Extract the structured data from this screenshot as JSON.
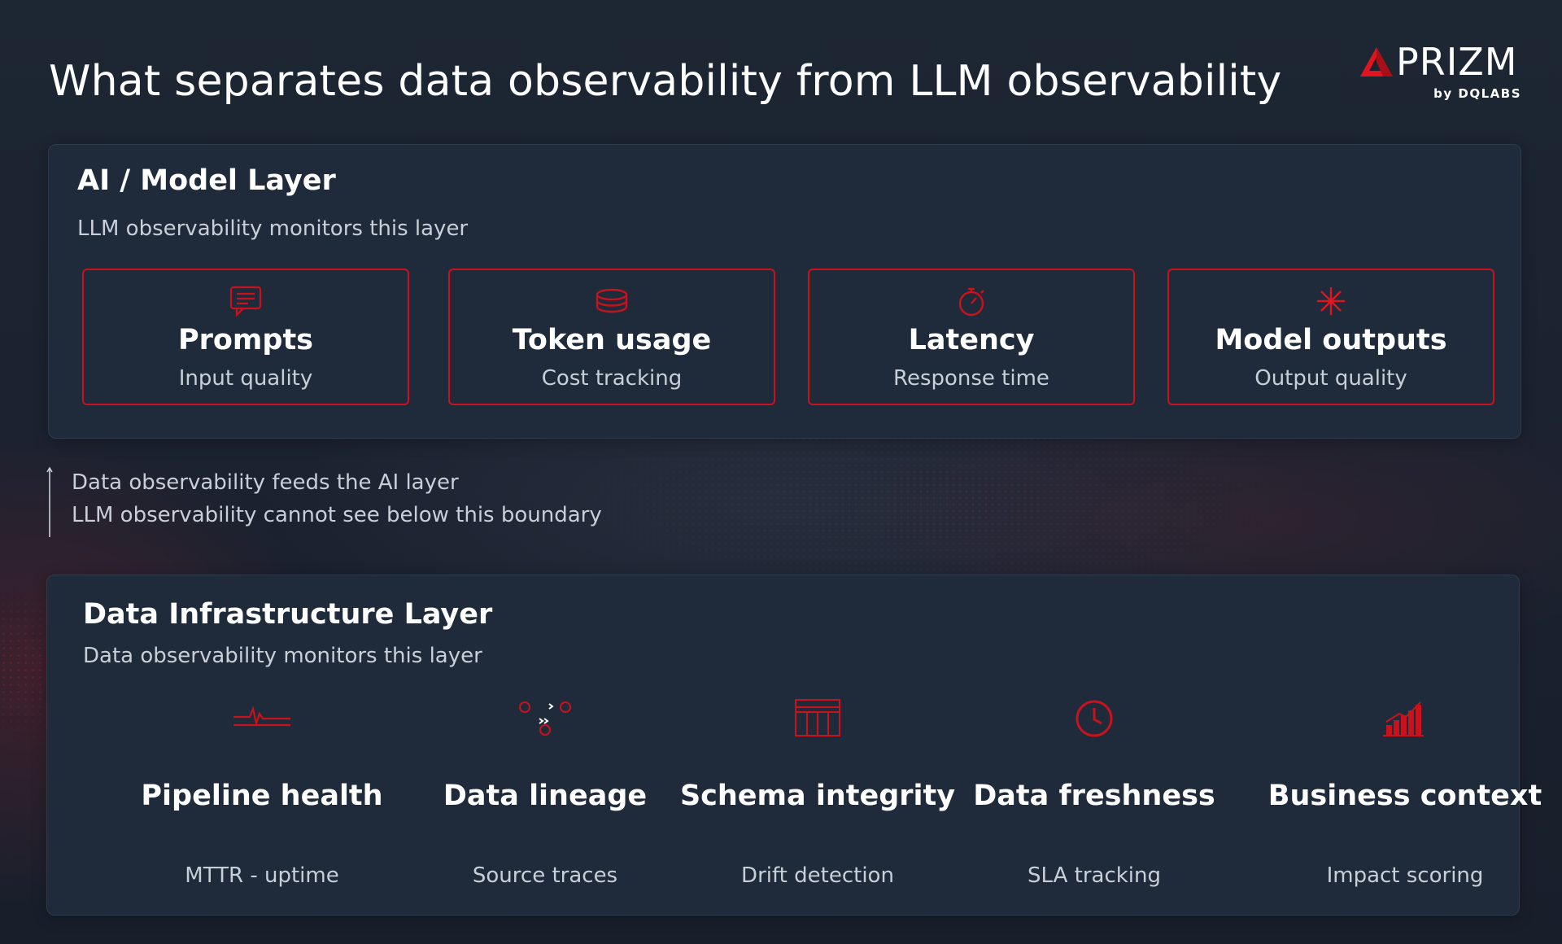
{
  "title": "What separates data observability from LLM observability",
  "logo": {
    "name": "PRIZM",
    "sub": "by DQLABS"
  },
  "colors": {
    "accent": "#c9121c",
    "panel": "#1f2b3b",
    "background": "#1b2330"
  },
  "ai_layer": {
    "title": "AI / Model Layer",
    "subtitle": "LLM observability monitors this layer",
    "cards": [
      {
        "icon": "chat-icon",
        "title": "Prompts",
        "subtitle": "Input quality"
      },
      {
        "icon": "database-icon",
        "title": "Token usage",
        "subtitle": "Cost tracking"
      },
      {
        "icon": "stopwatch-icon",
        "title": "Latency",
        "subtitle": "Response time"
      },
      {
        "icon": "sparkle-icon",
        "title": "Model outputs",
        "subtitle": "Output quality"
      }
    ]
  },
  "boundary": {
    "line1": "Data observability feeds the AI layer",
    "line2": "LLM observability cannot see below this boundary"
  },
  "data_layer": {
    "title": "Data Infrastructure Layer",
    "subtitle": "Data observability monitors this layer",
    "items": [
      {
        "icon": "pulse-icon",
        "title": "Pipeline health",
        "subtitle": "MTTR - uptime"
      },
      {
        "icon": "lineage-icon",
        "title": "Data lineage",
        "subtitle": "Source traces"
      },
      {
        "icon": "table-icon",
        "title": "Schema integrity",
        "subtitle": "Drift detection"
      },
      {
        "icon": "clock-icon",
        "title": "Data freshness",
        "subtitle": "SLA tracking"
      },
      {
        "icon": "bar-chart-icon",
        "title": "Business context",
        "subtitle": "Impact scoring"
      }
    ]
  }
}
